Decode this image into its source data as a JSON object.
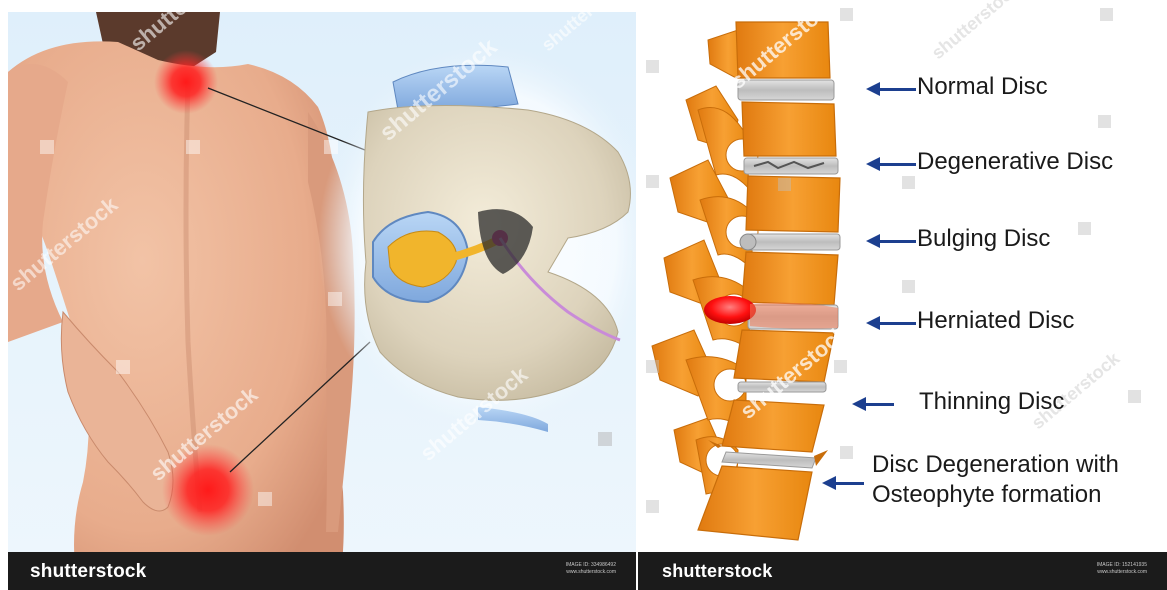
{
  "left_image": {
    "brand": "shutterstock",
    "image_id_line1": "IMAGE ID: 334986492",
    "image_id_line2": "www.shutterstock.com",
    "watermark": "shutterstock"
  },
  "right_image": {
    "brand": "shutterstock",
    "image_id_line1": "IMAGE ID: 152141935",
    "image_id_line2": "www.shutterstock.com",
    "watermark": "shutterstock",
    "labels": {
      "normal": "Normal Disc",
      "degenerative": "Degenerative Disc",
      "bulging": "Bulging Disc",
      "herniated": "Herniated Disc",
      "thinning": "Thinning Disc",
      "osteophyte_line1": "Disc Degeneration with",
      "osteophyte_line2": "Osteophyte formation"
    }
  },
  "colors": {
    "arrow": "#1c3f8f",
    "vertebra": "#f0921e",
    "disc": "#c9c9c9",
    "pain": "#e5141a",
    "bar": "#1b1b1b"
  }
}
